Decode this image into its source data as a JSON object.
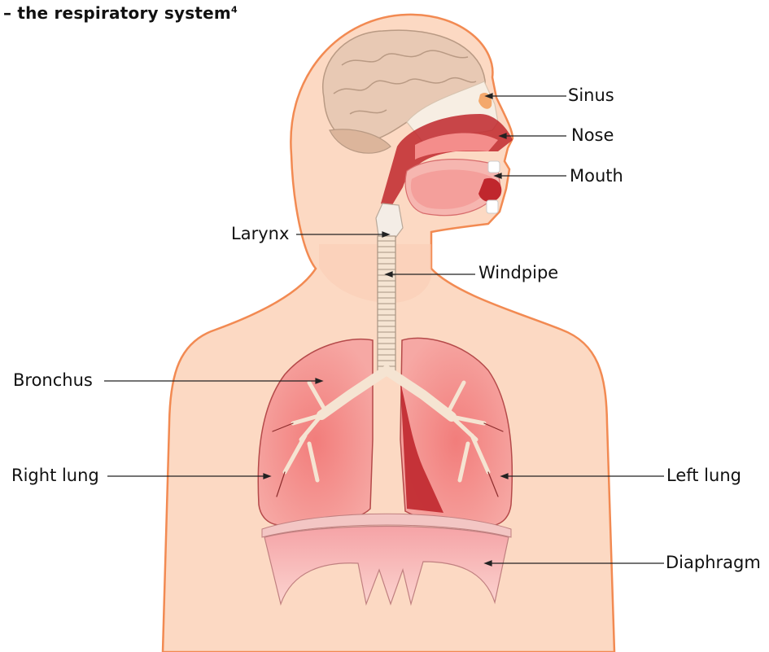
{
  "title": {
    "text": "– the respiratory system",
    "superscript": "4"
  },
  "labels": {
    "sinus": "Sinus",
    "nose": "Nose",
    "mouth": "Mouth",
    "larynx": "Larynx",
    "windpipe": "Windpipe",
    "bronchus": "Bronchus",
    "right_lung": "Right lung",
    "left_lung": "Left lung",
    "diaphragm": "Diaphragm"
  },
  "colors": {
    "skin": "#fcd9c3",
    "outline": "#f28a52",
    "brain": "#e8c9b4",
    "lung": "#f48d8b",
    "lung_dark": "#c0272d",
    "airway": "#f5e4d2",
    "diaphragm": "#f8c1c1"
  }
}
